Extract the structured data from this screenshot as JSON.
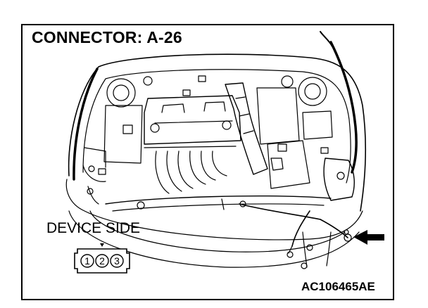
{
  "diagram": {
    "title": "CONNECTOR: A-26",
    "device_label": "DEVICE SIDE",
    "figure_code": "AC106465AE",
    "connector_pins": [
      "1",
      "2",
      "3"
    ]
  }
}
